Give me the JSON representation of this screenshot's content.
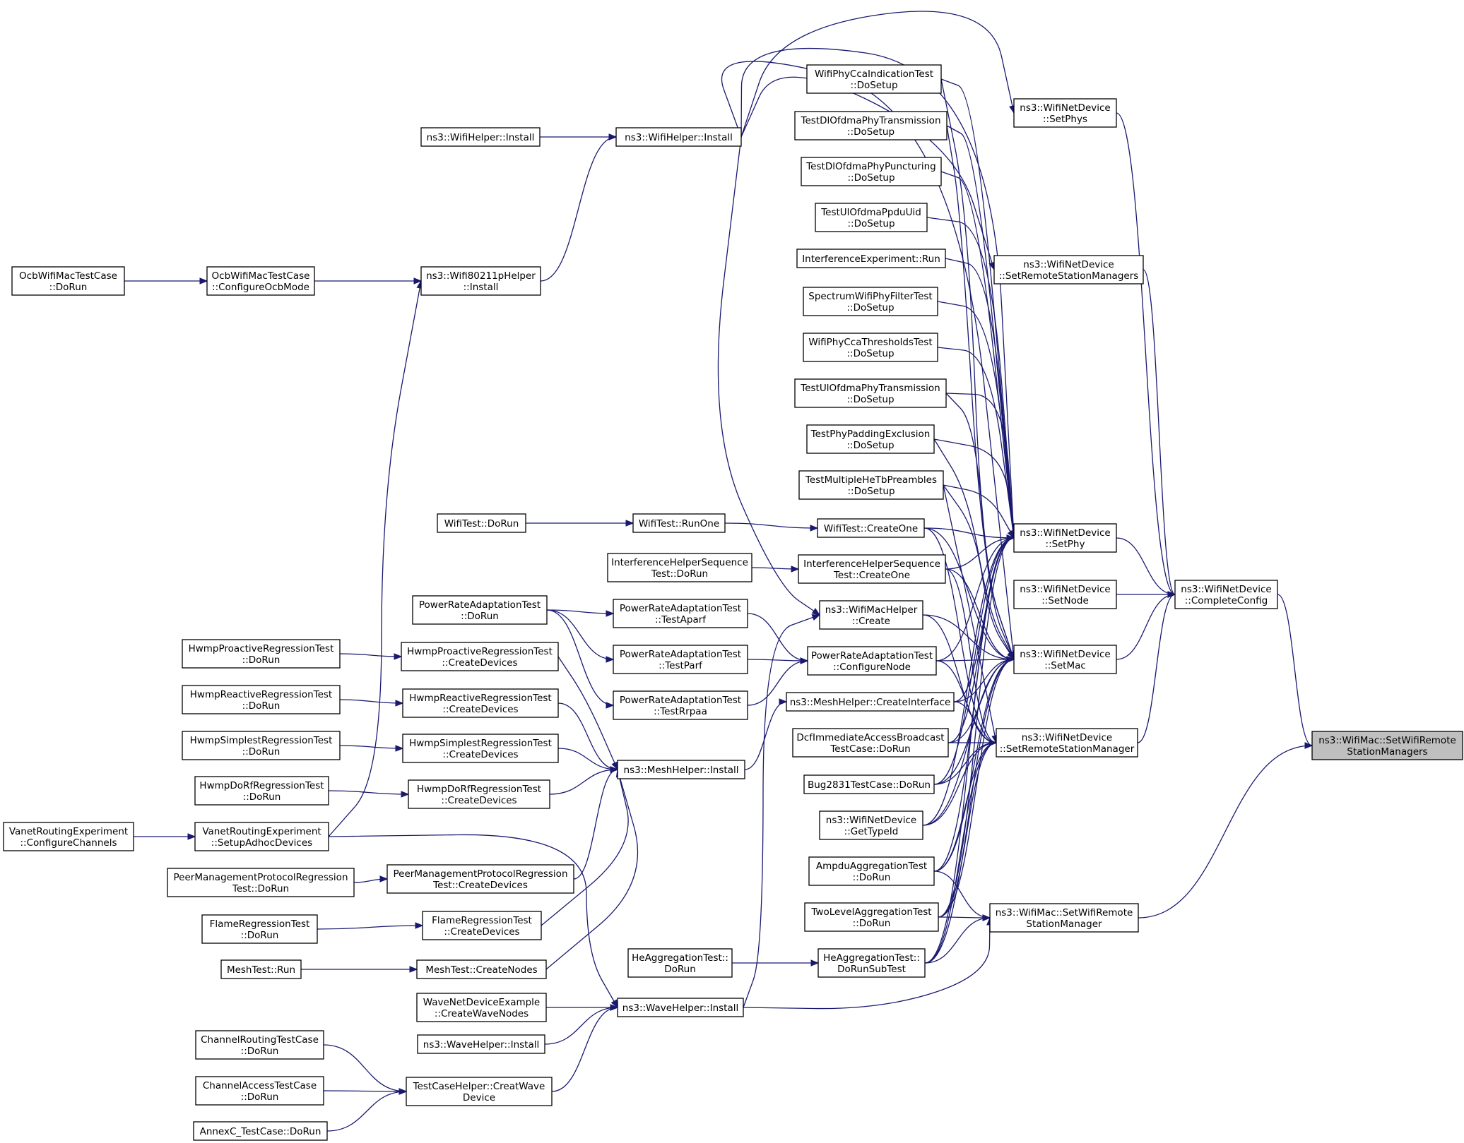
{
  "graph": {
    "type": "doxygen-caller-graph",
    "edge_color": "#191970",
    "root_fill": "#bfbfbf",
    "node_fill": "#ffffff",
    "nodes": [
      {
        "id": "root",
        "lines": [
          "ns3::WifiMac::SetWifiRemote",
          "StationManagers"
        ],
        "root": true
      },
      {
        "id": "cc",
        "lines": [
          "ns3::WifiNetDevice",
          "::CompleteConfig"
        ]
      },
      {
        "id": "swrsm",
        "lines": [
          "ns3::WifiMac::SetWifiRemote",
          "StationManager"
        ]
      },
      {
        "id": "setphys",
        "lines": [
          "ns3::WifiNetDevice",
          "::SetPhys"
        ]
      },
      {
        "id": "srsms",
        "lines": [
          "ns3::WifiNetDevice",
          "::SetRemoteStationManagers"
        ]
      },
      {
        "id": "setphy",
        "lines": [
          "ns3::WifiNetDevice",
          "::SetPhy"
        ]
      },
      {
        "id": "setnode",
        "lines": [
          "ns3::WifiNetDevice",
          "::SetNode"
        ]
      },
      {
        "id": "setmac",
        "lines": [
          "ns3::WifiNetDevice",
          "::SetMac"
        ]
      },
      {
        "id": "srsm",
        "lines": [
          "ns3::WifiNetDevice",
          "::SetRemoteStationManager"
        ]
      },
      {
        "id": "cca",
        "lines": [
          "WifiPhyCcaIndicationTest",
          "::DoSetup"
        ]
      },
      {
        "id": "dltx",
        "lines": [
          "TestDlOfdmaPhyTransmission",
          "::DoSetup"
        ]
      },
      {
        "id": "dlpunct",
        "lines": [
          "TestDlOfdmaPhyPuncturing",
          "::DoSetup"
        ]
      },
      {
        "id": "ppdu",
        "lines": [
          "TestUlOfdmaPpduUid",
          "::DoSetup"
        ]
      },
      {
        "id": "interf",
        "lines": [
          "InterferenceExperiment::Run"
        ]
      },
      {
        "id": "spec",
        "lines": [
          "SpectrumWifiPhyFilterTest",
          "::DoSetup"
        ]
      },
      {
        "id": "ccath",
        "lines": [
          "WifiPhyCcaThresholdsTest",
          "::DoSetup"
        ]
      },
      {
        "id": "ultx",
        "lines": [
          "TestUlOfdmaPhyTransmission",
          "::DoSetup"
        ]
      },
      {
        "id": "padd",
        "lines": [
          "TestPhyPaddingExclusion",
          "::DoSetup"
        ]
      },
      {
        "id": "multi",
        "lines": [
          "TestMultipleHeTbPreambles",
          "::DoSetup"
        ]
      },
      {
        "id": "wtcreate",
        "lines": [
          "WifiTest::CreateOne"
        ]
      },
      {
        "id": "ihscreate",
        "lines": [
          "InterferenceHelperSequence",
          "Test::CreateOne"
        ]
      },
      {
        "id": "wmhcreate",
        "lines": [
          "ns3::WifiMacHelper",
          "::Create"
        ]
      },
      {
        "id": "pracfg",
        "lines": [
          "PowerRateAdaptationTest",
          "::ConfigureNode"
        ]
      },
      {
        "id": "meshci",
        "lines": [
          "ns3::MeshHelper::CreateInterface"
        ]
      },
      {
        "id": "dcf",
        "lines": [
          "DcfImmediateAccessBroadcast",
          "TestCase::DoRun"
        ]
      },
      {
        "id": "bug",
        "lines": [
          "Bug2831TestCase::DoRun"
        ]
      },
      {
        "id": "gettype",
        "lines": [
          "ns3::WifiNetDevice",
          "::GetTypeId"
        ]
      },
      {
        "id": "ampdu",
        "lines": [
          "AmpduAggregationTest",
          "::DoRun"
        ]
      },
      {
        "id": "twolevel",
        "lines": [
          "TwoLevelAggregationTest",
          "::DoRun"
        ]
      },
      {
        "id": "hesub",
        "lines": [
          "HeAggregationTest::",
          "DoRunSubTest"
        ]
      },
      {
        "id": "herun",
        "lines": [
          "HeAggregationTest::",
          "DoRun"
        ]
      },
      {
        "id": "whinst",
        "lines": [
          "ns3::WifiHelper::Install"
        ]
      },
      {
        "id": "whinst2",
        "lines": [
          "ns3::WifiHelper::Install"
        ]
      },
      {
        "id": "w80211p",
        "lines": [
          "ns3::Wifi80211pHelper",
          "::Install"
        ]
      },
      {
        "id": "ocbcfg",
        "lines": [
          "OcbWifiMacTestCase",
          "::ConfigureOcbMode"
        ]
      },
      {
        "id": "ocbrun",
        "lines": [
          "OcbWifiMacTestCase",
          "::DoRun"
        ]
      },
      {
        "id": "wtrunone",
        "lines": [
          "WifiTest::RunOne"
        ]
      },
      {
        "id": "wtdorun",
        "lines": [
          "WifiTest::DoRun"
        ]
      },
      {
        "id": "ihsdorun",
        "lines": [
          "InterferenceHelperSequence",
          "Test::DoRun"
        ]
      },
      {
        "id": "praaparf",
        "lines": [
          "PowerRateAdaptationTest",
          "::TestAparf"
        ]
      },
      {
        "id": "praparf",
        "lines": [
          "PowerRateAdaptationTest",
          "::TestParf"
        ]
      },
      {
        "id": "prarrpaa",
        "lines": [
          "PowerRateAdaptationTest",
          "::TestRrpaa"
        ]
      },
      {
        "id": "pradorun",
        "lines": [
          "PowerRateAdaptationTest",
          "::DoRun"
        ]
      },
      {
        "id": "meshinst",
        "lines": [
          "ns3::MeshHelper::Install"
        ]
      },
      {
        "id": "hprcd",
        "lines": [
          "HwmpProactiveRegressionTest",
          "::CreateDevices"
        ]
      },
      {
        "id": "hprrun",
        "lines": [
          "HwmpProactiveRegressionTest",
          "::DoRun"
        ]
      },
      {
        "id": "hrrcd",
        "lines": [
          "HwmpReactiveRegressionTest",
          "::CreateDevices"
        ]
      },
      {
        "id": "hrrrun",
        "lines": [
          "HwmpReactiveRegressionTest",
          "::DoRun"
        ]
      },
      {
        "id": "hsrcd",
        "lines": [
          "HwmpSimplestRegressionTest",
          "::CreateDevices"
        ]
      },
      {
        "id": "hsrrun",
        "lines": [
          "HwmpSimplestRegressionTest",
          "::DoRun"
        ]
      },
      {
        "id": "hdrcd",
        "lines": [
          "HwmpDoRfRegressionTest",
          "::CreateDevices"
        ]
      },
      {
        "id": "hdrrun",
        "lines": [
          "HwmpDoRfRegressionTest",
          "::DoRun"
        ]
      },
      {
        "id": "vanetsetup",
        "lines": [
          "VanetRoutingExperiment",
          "::SetupAdhocDevices"
        ]
      },
      {
        "id": "vanetcfg",
        "lines": [
          "VanetRoutingExperiment",
          "::ConfigureChannels"
        ]
      },
      {
        "id": "pmpcd",
        "lines": [
          "PeerManagementProtocolRegression",
          "Test::CreateDevices"
        ]
      },
      {
        "id": "pmprun",
        "lines": [
          "PeerManagementProtocolRegression",
          "Test::DoRun"
        ]
      },
      {
        "id": "flamecd",
        "lines": [
          "FlameRegressionTest",
          "::CreateDevices"
        ]
      },
      {
        "id": "flamerun",
        "lines": [
          "FlameRegressionTest",
          "::DoRun"
        ]
      },
      {
        "id": "meshcn",
        "lines": [
          "MeshTest::CreateNodes"
        ]
      },
      {
        "id": "meshrun",
        "lines": [
          "MeshTest::Run"
        ]
      },
      {
        "id": "waveinst",
        "lines": [
          "ns3::WaveHelper::Install"
        ]
      },
      {
        "id": "wavecwn",
        "lines": [
          "WaveNetDeviceExample",
          "::CreateWaveNodes"
        ]
      },
      {
        "id": "waveinst2",
        "lines": [
          "ns3::WaveHelper::Install"
        ]
      },
      {
        "id": "tccreat",
        "lines": [
          "TestCaseHelper::CreatWave",
          "Device"
        ]
      },
      {
        "id": "chroute",
        "lines": [
          "ChannelRoutingTestCase",
          "::DoRun"
        ]
      },
      {
        "id": "chaccess",
        "lines": [
          "ChannelAccessTestCase",
          "::DoRun"
        ]
      },
      {
        "id": "annexc",
        "lines": [
          "AnnexC_TestCase::DoRun"
        ]
      }
    ]
  }
}
